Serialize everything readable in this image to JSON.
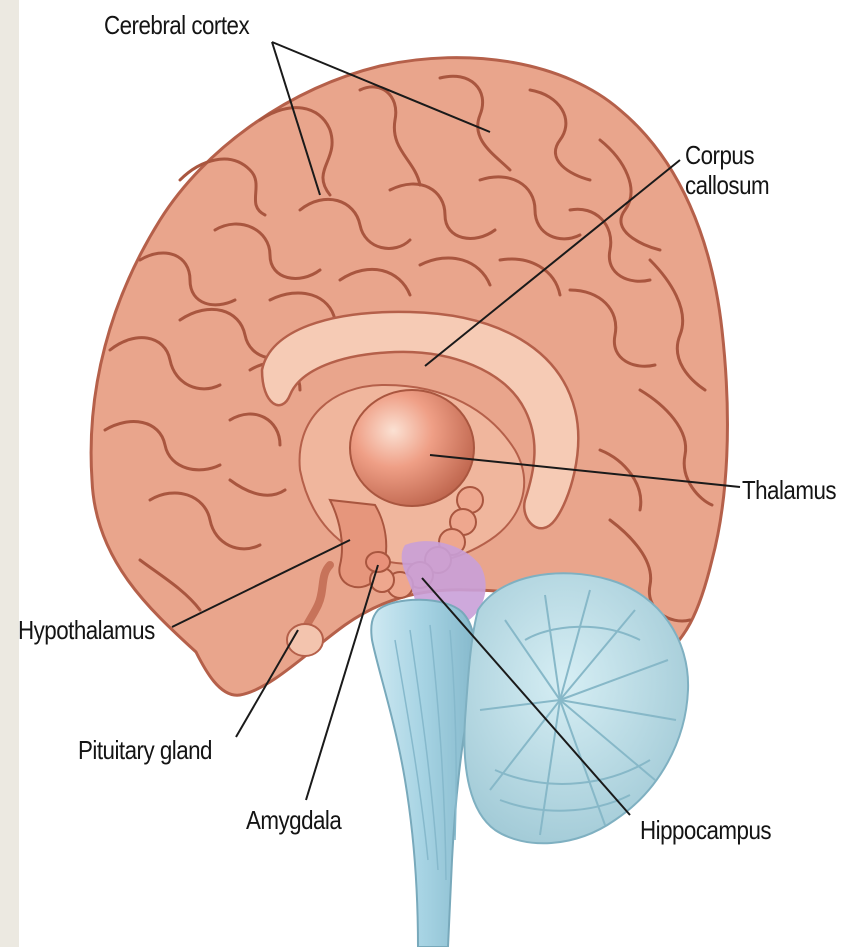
{
  "diagram": {
    "labels": {
      "cerebral_cortex": "Cerebral cortex",
      "corpus_callosum": "Corpus\ncallosum",
      "thalamus": "Thalamus",
      "hypothalamus": "Hypothalamus",
      "pituitary_gland": "Pituitary gland",
      "amygdala": "Amygdala",
      "hippocampus": "Hippocampus"
    },
    "colors": {
      "cortex": "#e9a58c",
      "cortex_outline": "#b5604a",
      "sulcus": "#a9563f",
      "corpus_callosum": "#f4c2aa",
      "thalamus": "#e8937a",
      "brainstem": "#a9d6e6",
      "cerebellum": "#b9dbe4",
      "hippocampus_region": "#c9a0d8",
      "leader_line": "#1a1a1a"
    }
  }
}
